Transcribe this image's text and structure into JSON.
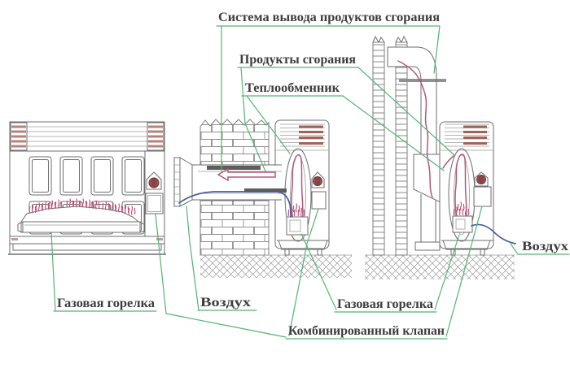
{
  "labels": {
    "exhaust_system": "Система вывода продуктов сгорания",
    "combustion_products": "Продукты сгорания",
    "heat_exchanger": "Теплообменник",
    "gas_burner_left": "Газовая горелка",
    "air_left": "Воздух",
    "gas_burner_right": "Газовая горелка",
    "combined_valve": "Комбинированный клапан",
    "air_right": "Воздух"
  },
  "colors": {
    "leader_green": "#53b474",
    "combustion_pink": "#b2597b",
    "air_blue": "#4a5f9e",
    "vent_red": "#a26258",
    "cornice_red": "#b4837e",
    "outline_gray": "#6e6e6e",
    "text": "#3c3c3c",
    "background": "#ffffff"
  }
}
